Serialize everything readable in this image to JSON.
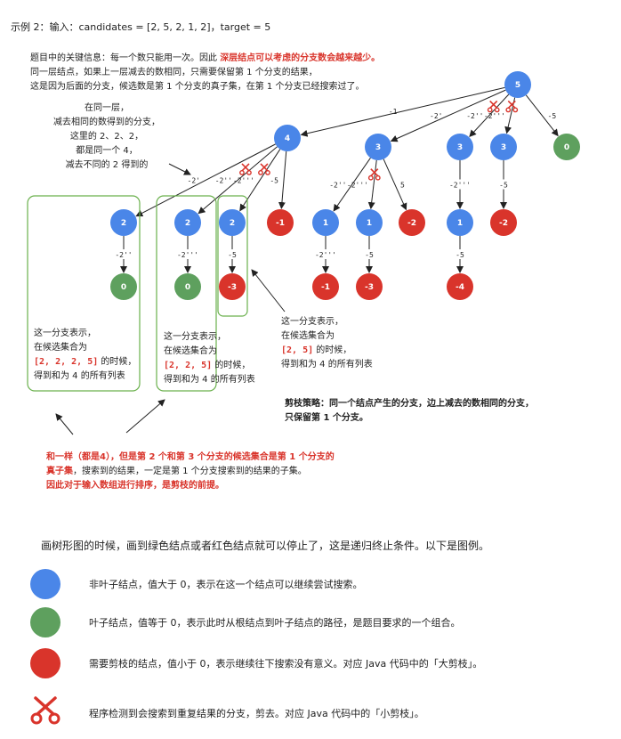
{
  "title": "示例 2：输入：candidates = [2, 5, 2, 1, 2]，target = 5",
  "intro": {
    "line1_a": "题目中的关键信息：每一个数只能用一次。因此 ",
    "line1_b": "深层结点可以考虑的分支数会越来越少。",
    "line2": "同一层结点，如果上一层减去的数相同，只需要保留第 1 个分支的结果，",
    "line3": "这是因为后面的分支，候选数是第 1 个分支的真子集，在第 1 个分支已经搜索过了。"
  },
  "tree": {
    "nodes": [
      {
        "id": "root",
        "label": "5",
        "color": "blue"
      },
      {
        "id": "a",
        "label": "4",
        "color": "blue"
      },
      {
        "id": "b",
        "label": "3",
        "color": "blue"
      },
      {
        "id": "c",
        "label": "3",
        "color": "blue"
      },
      {
        "id": "d",
        "label": "3",
        "color": "blue"
      },
      {
        "id": "e",
        "label": "0",
        "color": "green"
      },
      {
        "id": "a1",
        "label": "2",
        "color": "blue"
      },
      {
        "id": "a2",
        "label": "2",
        "color": "blue"
      },
      {
        "id": "a3",
        "label": "2",
        "color": "blue"
      },
      {
        "id": "a4",
        "label": "-1",
        "color": "red"
      },
      {
        "id": "b1",
        "label": "1",
        "color": "blue"
      },
      {
        "id": "b2",
        "label": "1",
        "color": "blue"
      },
      {
        "id": "b3",
        "label": "-2",
        "color": "red"
      },
      {
        "id": "c1",
        "label": "1",
        "color": "blue"
      },
      {
        "id": "d1",
        "label": "-2",
        "color": "red"
      },
      {
        "id": "a1a",
        "label": "0",
        "color": "green"
      },
      {
        "id": "a2a",
        "label": "0",
        "color": "green"
      },
      {
        "id": "a3a",
        "label": "-3",
        "color": "red"
      },
      {
        "id": "b1a",
        "label": "-1",
        "color": "red"
      },
      {
        "id": "b2a",
        "label": "-3",
        "color": "red"
      },
      {
        "id": "c1a",
        "label": "-4",
        "color": "red"
      }
    ],
    "edges": [
      {
        "from": "root",
        "to": "a",
        "label": "-1",
        "cut": false
      },
      {
        "from": "root",
        "to": "b",
        "label": "-2'",
        "cut": false
      },
      {
        "from": "root",
        "to": "c",
        "label": "-2''",
        "cut": true
      },
      {
        "from": "root",
        "to": "d",
        "label": "-2'''",
        "cut": true
      },
      {
        "from": "root",
        "to": "e",
        "label": "-5",
        "cut": false
      },
      {
        "from": "a",
        "to": "a1",
        "label": "-2'",
        "cut": false
      },
      {
        "from": "a",
        "to": "a2",
        "label": "-2''",
        "cut": true
      },
      {
        "from": "a",
        "to": "a3",
        "label": "-2'''",
        "cut": true
      },
      {
        "from": "a",
        "to": "a4",
        "label": "-5",
        "cut": false
      },
      {
        "from": "b",
        "to": "b1",
        "label": "-2''",
        "cut": false
      },
      {
        "from": "b",
        "to": "b2",
        "label": "-2'''",
        "cut": true
      },
      {
        "from": "b",
        "to": "b3",
        "label": "5",
        "cut": false
      },
      {
        "from": "c",
        "to": "c1",
        "label": "-2'''",
        "cut": false
      },
      {
        "from": "d",
        "to": "d1",
        "label": "-5",
        "cut": false
      },
      {
        "from": "a1",
        "to": "a1a",
        "label": "-2''",
        "cut": false
      },
      {
        "from": "a2",
        "to": "a2a",
        "label": "-2'''",
        "cut": false
      },
      {
        "from": "a3",
        "to": "a3a",
        "label": "-5",
        "cut": false
      },
      {
        "from": "b1",
        "to": "b1a",
        "label": "-2'''",
        "cut": false
      },
      {
        "from": "b2",
        "to": "b2a",
        "label": "-5",
        "cut": false
      },
      {
        "from": "c1",
        "to": "c1a",
        "label": "-5",
        "cut": false
      }
    ]
  },
  "left_note": [
    "在同一层，",
    "减去相同的数得到的分支，",
    "这里的 2、2、2，",
    "都是同一个 4，",
    "减去不同的 2 得到的"
  ],
  "box1": {
    "l1": "这一分支表示，",
    "l2": "在候选集合为",
    "set": "[2, 2, 2, 5]",
    "l3": " 的时候，",
    "l4": "得到和为 4 的所有列表"
  },
  "box2": {
    "l1": "这一分支表示，",
    "l2": "在候选集合为",
    "set": "[2, 2, 5]",
    "l3": " 的时候，",
    "l4": "得到和为 4 的所有列表"
  },
  "box3": {
    "l1": "这一分支表示，",
    "l2": "在候选集合为",
    "set": "[2, 5]",
    "l3": " 的时候，",
    "l4": "得到和为 4 的所有列表"
  },
  "strategy": {
    "l1": "剪枝策略：同一个结点产生的分支，边上减去的数相同的分支，",
    "l2": "只保留第 1 个分支。"
  },
  "bottom_note": {
    "l1_a": "和一样（都是4），但是",
    "l1_b": "第 2 个和第 3 个分支的候选集合是第 1 个分支的",
    "l2_a": "真子集",
    "l2_b": "，搜索到的结果，一定是第  1  个分支搜索到的结果的子集。",
    "l3": "因此对于输入数组进行排序，是剪枝的前提。"
  },
  "legend": {
    "intro": "画树形图的时候，画到绿色结点或者红色结点就可以停止了，这是递归终止条件。以下是图例。",
    "items": [
      {
        "icon": "blue-circle",
        "text": "非叶子结点，值大于 0，表示在这一个结点可以继续尝试搜索。"
      },
      {
        "icon": "green-circle",
        "text": "叶子结点，值等于 0，表示此时从根结点到叶子结点的路径，是题目要求的一个组合。"
      },
      {
        "icon": "red-circle",
        "text": "需要剪枝的结点，值小于 0，表示继续往下搜索没有意义。对应 Java 代码中的「大剪枝」。"
      },
      {
        "icon": "scissors-icon",
        "text": "程序检测到会搜索到重复结果的分支，剪去。对应 Java 代码中的「小剪枝」。"
      }
    ]
  },
  "colors": {
    "blue": "#4a86e8",
    "green": "#5ea05e",
    "red": "#d9342b",
    "box": "#6ab04c"
  }
}
